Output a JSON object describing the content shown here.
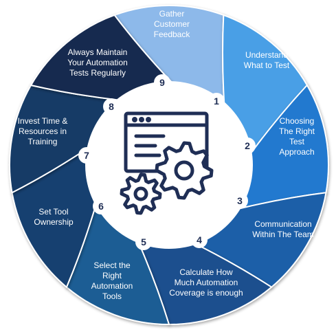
{
  "steps": [
    {
      "number": "1",
      "lines": [
        "Gather",
        "Customer",
        "Feedback"
      ],
      "color": "#8db9ea"
    },
    {
      "number": "2",
      "lines": [
        "Understand",
        "What to Test"
      ],
      "color": "#4a9fe6"
    },
    {
      "number": "3",
      "lines": [
        "Choosing",
        "The Right",
        "Test",
        "Approach"
      ],
      "color": "#2379cf"
    },
    {
      "number": "4",
      "lines": [
        "Communication",
        "Within The Team"
      ],
      "color": "#1d5fa8"
    },
    {
      "number": "5",
      "lines": [
        "Calculate How",
        "Much Automation",
        "Coverage is enough"
      ],
      "color": "#1b4f8e"
    },
    {
      "number": "6",
      "lines": [
        "Select the",
        "Right",
        "Automation",
        "Tools"
      ],
      "color": "#1f5d94"
    },
    {
      "number": "7",
      "lines": [
        "Set Tool",
        "Ownership"
      ],
      "color": "#173f70"
    },
    {
      "number": "8",
      "lines": [
        "Invest Time &",
        "Resources in",
        "Training"
      ],
      "color": "#153a66"
    },
    {
      "number": "9",
      "lines": [
        "Always Maintain",
        "Your Automation",
        "Tests Regularly"
      ],
      "color": "#13294f"
    }
  ],
  "center_icon": "browser-window-with-gears-icon"
}
